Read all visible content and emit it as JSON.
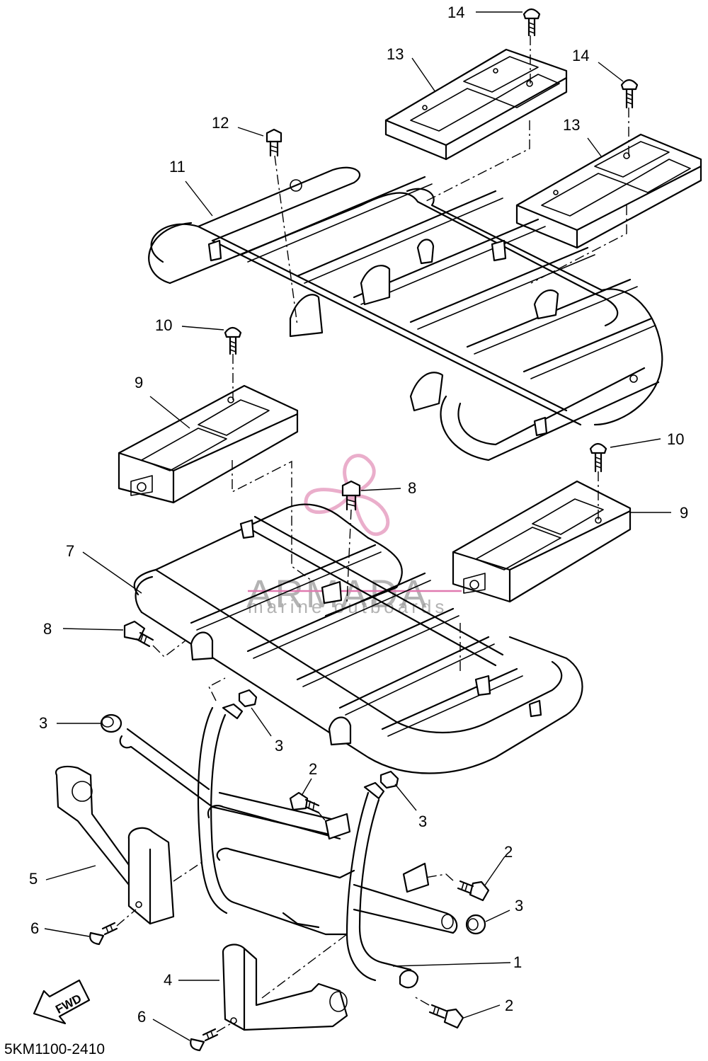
{
  "callouts": {
    "c1": "1",
    "c2a": "2",
    "c2b": "2",
    "c2c": "2",
    "c3a": "3",
    "c3b": "3",
    "c3c": "3",
    "c3d": "3",
    "c4": "4",
    "c5": "5",
    "c6a": "6",
    "c6b": "6",
    "c7": "7",
    "c8a": "8",
    "c8b": "8",
    "c9a": "9",
    "c9b": "9",
    "c10a": "10",
    "c10b": "10",
    "c11": "11",
    "c12": "12",
    "c13a": "13",
    "c13b": "13",
    "c14a": "14",
    "c14b": "14"
  },
  "diagram_code": "5KM1100-2410",
  "direction_arrow": "FWD",
  "watermark": {
    "brand": "ARMADA",
    "tagline": "marine outboards",
    "logo_icon": "propeller-logo-icon",
    "logo_color": "#e8a6c6",
    "rule_color": "#e07ab0"
  }
}
